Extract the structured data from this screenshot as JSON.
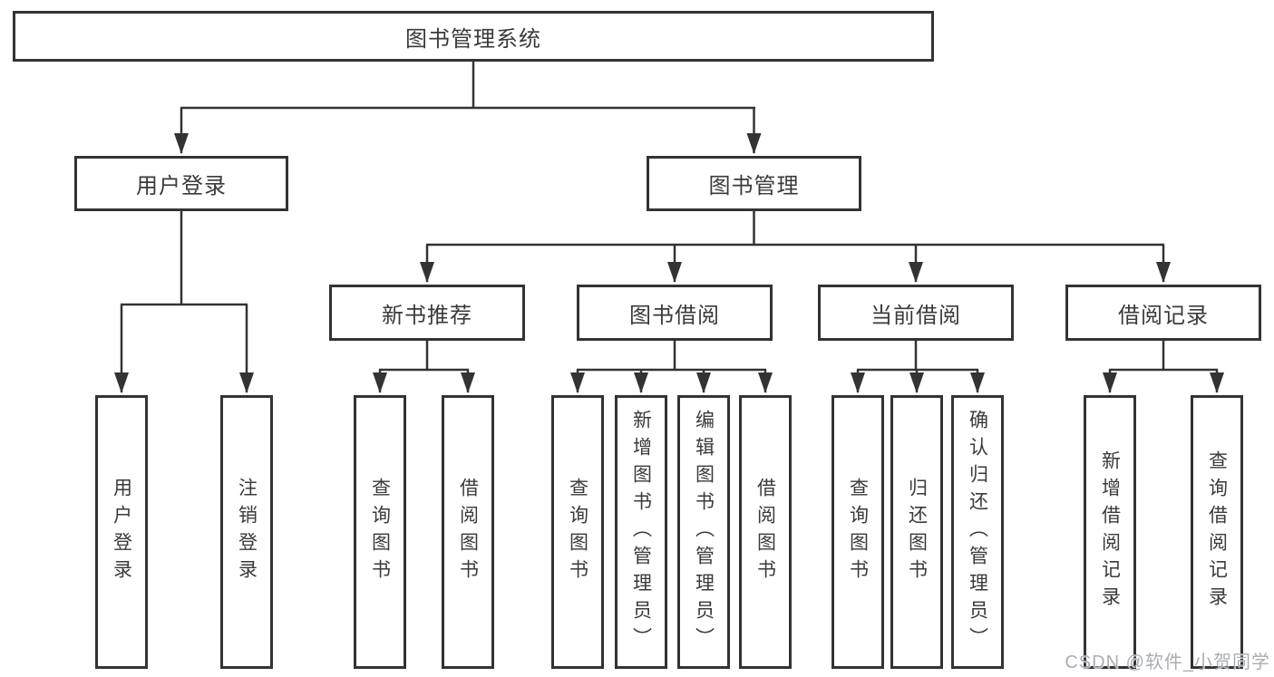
{
  "colors": {
    "background": "#ffffff",
    "line": "#333333",
    "node_border": "#333333",
    "node_fill": "#ffffff",
    "text": "#3a3a3a",
    "watermark": "#a9aeb4"
  },
  "diagram": {
    "root": {
      "label": "图书管理系统"
    },
    "branches": [
      {
        "label": "用户登录",
        "children": [
          {
            "label": "用户登录"
          },
          {
            "label": "注销登录"
          }
        ]
      },
      {
        "label": "图书管理",
        "children": [
          {
            "label": "新书推荐",
            "children": [
              {
                "label": "查询图书"
              },
              {
                "label": "借阅图书"
              }
            ]
          },
          {
            "label": "图书借阅",
            "children": [
              {
                "label": "查询图书"
              },
              {
                "label": "新增图书（管理员）"
              },
              {
                "label": "编辑图书（管理员）"
              },
              {
                "label": "借阅图书"
              }
            ]
          },
          {
            "label": "当前借阅",
            "children": [
              {
                "label": "查询图书"
              },
              {
                "label": "归还图书"
              },
              {
                "label": "确认归还（管理员）"
              }
            ]
          },
          {
            "label": "借阅记录",
            "children": [
              {
                "label": "新增借阅记录"
              },
              {
                "label": "查询借阅记录"
              }
            ]
          }
        ]
      }
    ]
  },
  "watermark": {
    "text": "CSDN @软件_小贺同学"
  }
}
